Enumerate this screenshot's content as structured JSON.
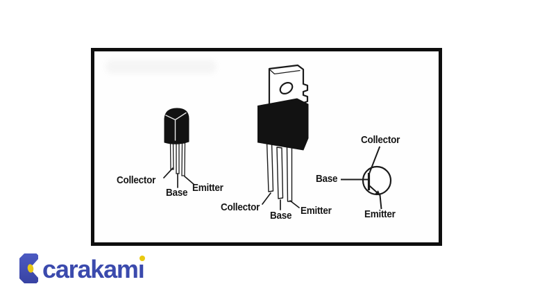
{
  "brand": {
    "name": "carakami",
    "name_main": "carakam",
    "name_tail": "ı",
    "wordmark_color": "#3b4aad",
    "icon_blue_top": "#4c5ac2",
    "icon_blue_bottom": "#3843a3",
    "dot_yellow": "#e9c90f"
  },
  "diagram": {
    "description": "Transistor package pinouts: TO-92 package, TO-220 package and NPN schematic symbol",
    "ink_color": "#1a1a1a",
    "frame_border_color": "#0e0e0e",
    "to92": {
      "collector": "Collector",
      "base": "Base",
      "emitter": "Emitter"
    },
    "to220": {
      "collector": "Collector",
      "base": "Base",
      "emitter": "Emitter"
    },
    "symbol": {
      "collector": "Collector",
      "base": "Base",
      "emitter": "Emitter"
    }
  }
}
